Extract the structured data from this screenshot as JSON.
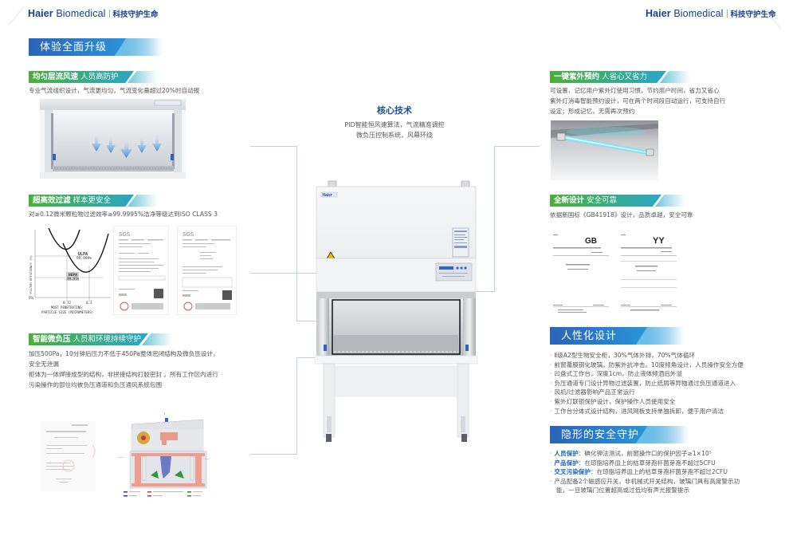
{
  "header": {
    "left_brand": {
      "name_bold": "Haier",
      "name_rest": " Biomedical",
      "slogan": "科技守护生命"
    },
    "right_brand": {
      "name_bold": "Haier",
      "name_rest": " Biomedical",
      "slogan": "科技守护生命"
    }
  },
  "left": {
    "section_title": "体验全面升级",
    "features": [
      {
        "title_bold": "均匀层流风速",
        "title_light": " 人员高防护",
        "lines": [
          "专业气流组织设计，气流更均匀，气流变化量超过20%时自动报"
        ]
      },
      {
        "title_bold": "超高效过滤",
        "title_light": " 样本更安全",
        "lines": [
          "对≥0.12微米颗粒物过滤效率≥99.9995%洁净等级达到ISO CLASS 3"
        ],
        "chart": {
          "ylabel": "FILTER EFFICIENCY (%)",
          "xlabel_1": "MOST PENETRATING",
          "xlabel_2": "PARTICLE SIZE (MICROMETERS)",
          "x_ticks": [
            "0.12",
            "0.3"
          ],
          "y_tick": "0%",
          "ulpa_label": "ULPA",
          "ulpa_value": "99.999%",
          "hepa_label": "HEPA",
          "hepa_value": "99.97%"
        },
        "certs": [
          {
            "logo": "SGS"
          },
          {
            "logo": "SGS"
          }
        ]
      },
      {
        "title_bold": "智能微负压",
        "title_light": " 人员和环境持续守护",
        "lines": [
          "加压500Pa，10分钟后压力不低于450Pa整体密闭结构及微负压设计，",
          "安全无泄漏",
          "柜体为一体焊接成型的结构，非拼接结构打胶密封 。所有工作区内进行",
          "污染操作的部位均被负压通道和负压通风系统包围"
        ]
      }
    ]
  },
  "center": {
    "core_title": "核心技术",
    "core_lines": [
      "PID智能恒风速算法，气流精准调控",
      "微负压控制系统，风幕环绕"
    ],
    "cabinet_logo": "Haier"
  },
  "right": {
    "features": [
      {
        "title_bold": "一键紫外预约",
        "title_light": " 人省心又省力",
        "lines": [
          "可设置、记忆用户紫外灯使用习惯，节约用户时间，省力又省心",
          "紫外灯消毒智能预约设计，可在两个时间段自动运行，可支持自行",
          "设定；形成记忆，无需再次预约"
        ]
      },
      {
        "title_bold": "全新设计",
        "title_light": " 安全可靠",
        "lines": [
          "依据新国标《GB41918》设计，品质卓越，安全可靠"
        ],
        "standards": [
          {
            "logo": "GB"
          },
          {
            "logo": "YY"
          }
        ]
      }
    ],
    "humanized": {
      "title": "人性化设计",
      "items": [
        "Ⅱ级A2型生物安全柜，30%气体外排，70%气体循环",
        "前窗覆膜钢化玻璃，防紫外抗冲击。10度倾角设计，人员操作安全方便",
        "凹盘式工作台，深度1cm，防止液体倾洒后外溢",
        "负压通道专门设计异物过滤装置，防止纸屑等异物通过负压通道进入",
        "风机/过滤器影响产品正常运行",
        "紫外灯联锁保护设计，保护操作人员使用安全",
        "工作台分体式设计结构，进风网板支持单独拆卸，便于用户清洁"
      ]
    },
    "safety": {
      "title": "隐形的安全守护",
      "items": [
        {
          "kw": "人员保护",
          "text": "：碘化钾法测试，前窗操作口的保护因子≥1×10⁵"
        },
        {
          "kw": "产品保护",
          "text": "：在琼脂培养皿上的枯草芽孢杆菌芽孢不超过5CFU"
        },
        {
          "kw": "交叉污染保护",
          "text": "：在琼脂培养皿上的枯草芽孢杆菌芽孢不超过2CFU"
        },
        {
          "kw": "",
          "text": "产品配备2个磁感应开关，非机械式开关结构，玻璃门具有高度警示功"
        },
        {
          "kw": "",
          "text": "能，一旦玻璃门位置超高或过低均有声光报警提示",
          "cont": true
        }
      ]
    }
  },
  "colors": {
    "brand_blue": "#1a3e8c",
    "banner_blue": "#2b64b8",
    "feature_green": "#4cae3a",
    "feature_teal": "#2ba6c9",
    "keyword_blue": "#1e63b6",
    "connector": "#bcd2e6"
  }
}
